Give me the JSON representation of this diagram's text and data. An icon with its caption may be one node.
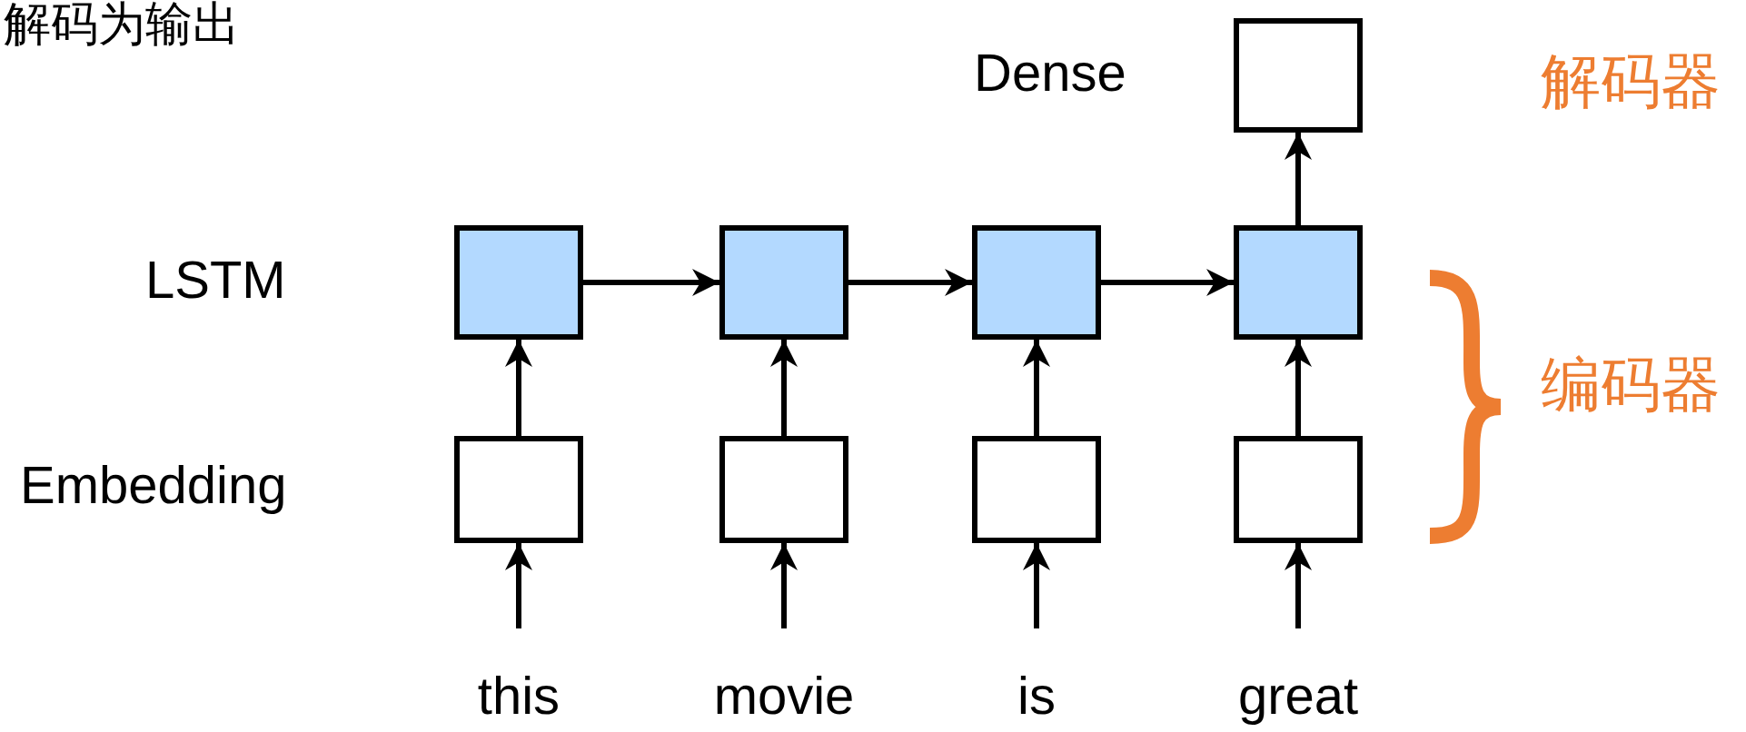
{
  "diagram": {
    "nodes": [
      {
        "text": [],
        "shape": "box"
      },
      {
        "text": [],
        "shape": "box"
      },
      {
        "text": [],
        "shape": "box"
      },
      {
        "text": [],
        "shape": "box"
      },
      {
        "text": [],
        "shape": "box"
      },
      {
        "text": [],
        "shape": "box"
      },
      {
        "text": [],
        "shape": "box"
      },
      {
        "text": [],
        "shape": "box"
      },
      {
        "text": [],
        "shape": "box"
      },
      {
        "text": [
          "this"
        ]
      },
      {
        "text": [
          "movie"
        ]
      },
      {
        "text": [
          "is"
        ]
      },
      {
        "text": [
          "great"
        ]
      }
    ],
    "edges": [
      {
        "from": 9,
        "to": 0,
        "arrow": "to"
      },
      {
        "from": 10,
        "to": 1,
        "arrow": "to"
      },
      {
        "from": 11,
        "to": 2,
        "arrow": "to"
      },
      {
        "from": 12,
        "to": 3,
        "arrow": "to"
      },
      {
        "from": 0,
        "to": 4,
        "arrow": "to"
      },
      {
        "from": 1,
        "to": 5,
        "arrow": "to"
      },
      {
        "from": 2,
        "to": 6,
        "arrow": "to"
      },
      {
        "from": 3,
        "to": 7,
        "arrow": "to"
      },
      {
        "from": 4,
        "to": 5,
        "arrow": "to"
      },
      {
        "from": 5,
        "to": 6,
        "arrow": "to"
      },
      {
        "from": 6,
        "to": 7,
        "arrow": "to"
      },
      {
        "from": 7,
        "to": 8,
        "arrow": "to"
      }
    ],
    "labels": [
      "解码为输出",
      "Dense",
      "LSTM",
      "Embedding",
      "解码器",
      "编码器"
    ]
  }
}
